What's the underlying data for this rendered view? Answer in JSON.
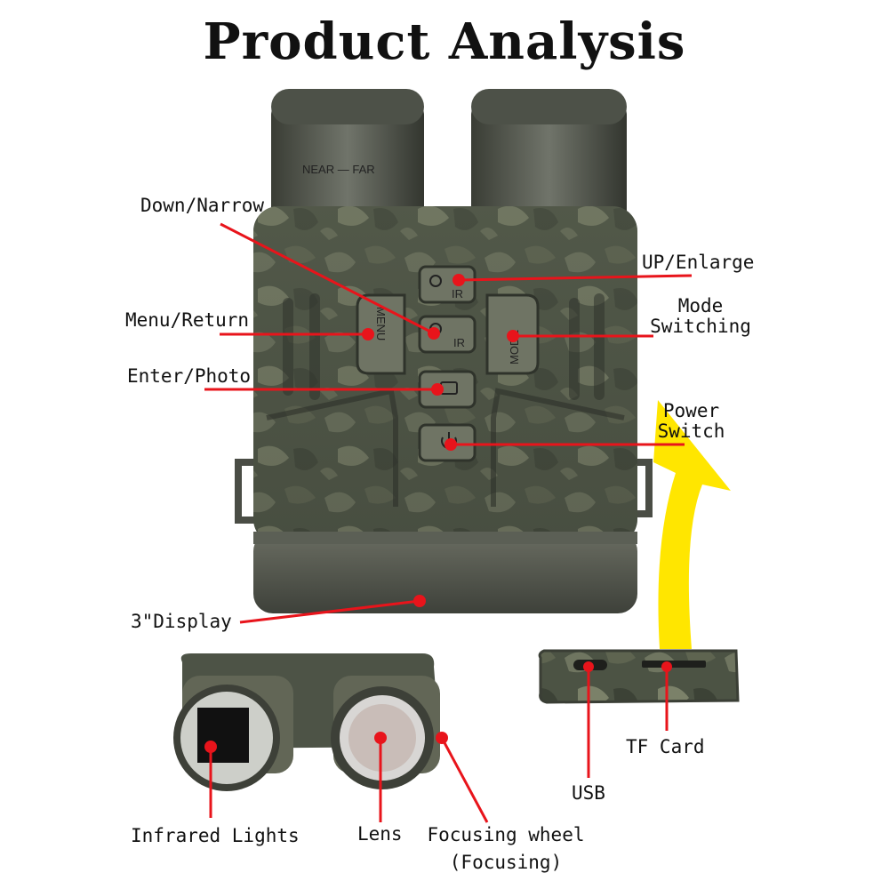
{
  "title": "Product Analysis",
  "labels": {
    "down_narrow": "Down/Narrow",
    "up_enlarge": "UP/Enlarge",
    "menu_return": "Menu/Return",
    "mode_switching": [
      "Mode",
      "Switching"
    ],
    "enter_photo": "Enter/Photo",
    "power_switch": [
      "Power",
      "Switch"
    ],
    "display": "3\"Display",
    "tf_card": "TF Card",
    "usb": "USB",
    "infrared_lights": "Infrared Lights",
    "lens": "Lens",
    "focusing_wheel": [
      "Focusing wheel",
      "(Focusing)"
    ]
  },
  "device_markings": {
    "menu_button": "MENU",
    "mode_button": "MODE",
    "ir_mark": "IR",
    "focus_ring": "NEAR — FAR"
  },
  "colors": {
    "pointer_line": "#e8141b",
    "arrow": "#ffe600",
    "body": "#4a4f42",
    "camo_light": "#7a806a"
  }
}
